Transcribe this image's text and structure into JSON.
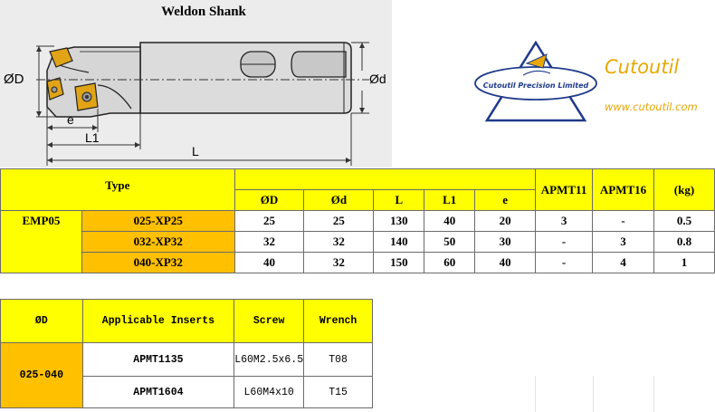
{
  "drawing": {
    "title": "Weldon Shank",
    "labels": {
      "d_major": "ØD",
      "d_minor": "Ød",
      "e": "e",
      "l1": "L1",
      "l": "L"
    }
  },
  "logo": {
    "seal_text": "Cutoutil Precision Limited",
    "brand": "Cutoutil",
    "url": "www.cutoutil.com",
    "colors": {
      "gold": "#e8a800",
      "navy": "#1e3a8a"
    }
  },
  "spec_table": {
    "headers": {
      "type": "Type",
      "d_major": "ØD",
      "d_minor": "Ød",
      "l": "L",
      "l1": "L1",
      "e": "e",
      "apmt11": "APMT11",
      "apmt16": "APMT16",
      "kg": "(kg)"
    },
    "family": "EMP05",
    "rows": [
      {
        "model": "025-XP25",
        "d_major": "25",
        "d_minor": "25",
        "l": "130",
        "l1": "40",
        "e": "20",
        "apmt11": "3",
        "apmt16": "-",
        "kg": "0.5"
      },
      {
        "model": "032-XP32",
        "d_major": "32",
        "d_minor": "32",
        "l": "140",
        "l1": "50",
        "e": "30",
        "apmt11": "-",
        "apmt16": "3",
        "kg": "0.8"
      },
      {
        "model": "040-XP32",
        "d_major": "40",
        "d_minor": "32",
        "l": "150",
        "l1": "60",
        "e": "40",
        "apmt11": "-",
        "apmt16": "4",
        "kg": "1"
      }
    ],
    "colors": {
      "header": "#ffff00",
      "model": "#ffc000"
    }
  },
  "insert_table": {
    "headers": {
      "d": "ØD",
      "inserts": "Applicable Inserts",
      "screw": "Screw",
      "wrench": "Wrench"
    },
    "range": "025-040",
    "rows": [
      {
        "insert": "APMT1135",
        "screw": "L60M2.5x6.5",
        "wrench": "T08"
      },
      {
        "insert": "APMT1604",
        "screw": "L60M4x10",
        "wrench": "T15"
      }
    ]
  }
}
